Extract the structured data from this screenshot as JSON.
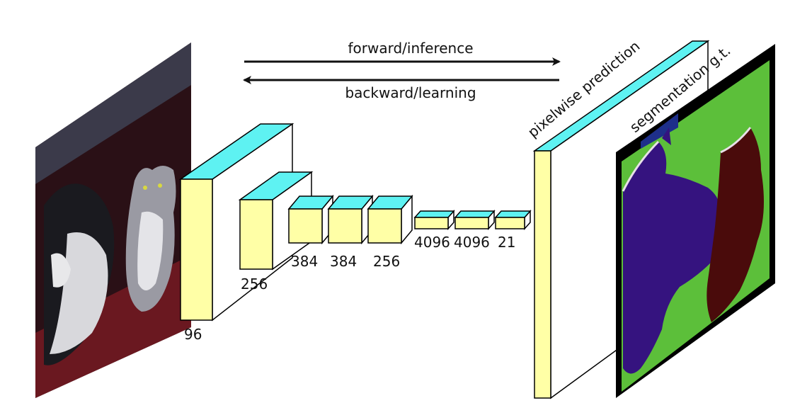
{
  "arrows": {
    "forward_label": "forward/inference",
    "backward_label": "backward/learning"
  },
  "layers": [
    {
      "label": "96"
    },
    {
      "label": "256"
    },
    {
      "label": "384"
    },
    {
      "label": "384"
    },
    {
      "label": "256"
    },
    {
      "label": "4096"
    },
    {
      "label": "4096"
    },
    {
      "label": "21"
    }
  ],
  "output": {
    "prediction_label": "pixelwise prediction",
    "ground_truth_label": "segmentation g.t."
  },
  "colors": {
    "front_face": "#ffffa6",
    "top_face": "#5ef2f2",
    "seg_background": "#5cbf3a",
    "seg_dog": "#35137f",
    "seg_cat": "#4a0b0b"
  }
}
